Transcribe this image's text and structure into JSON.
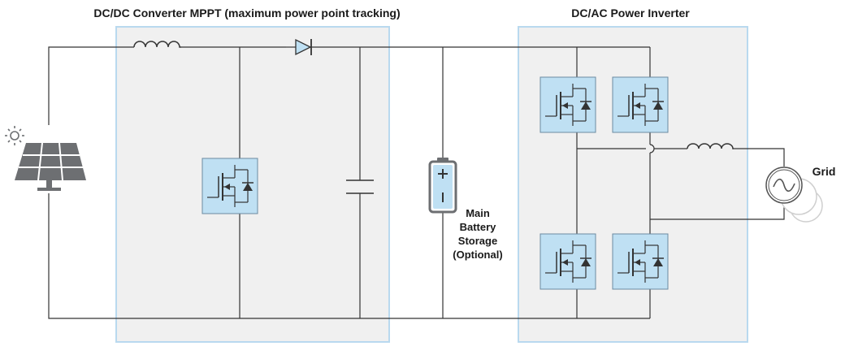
{
  "titles": {
    "converter": "DC/DC Converter MPPT (maximum power point tracking)",
    "inverter": "DC/AC Power Inverter"
  },
  "labels": {
    "battery": [
      "Main",
      "Battery",
      "Storage",
      "(Optional)"
    ],
    "grid": "Grid"
  },
  "colors": {
    "wire": "#333333",
    "panel_fill": "#f0f0f0",
    "panel_border": "#b9d9ef",
    "switch_fill": "#bfe0f3",
    "symbol_gray": "#6d6f72"
  },
  "icons": {
    "sun": "sun-icon",
    "solar_panel": "solar-panel-icon",
    "inductor": "inductor-icon",
    "diode": "diode-icon",
    "capacitor": "capacitor-icon",
    "battery": "battery-icon",
    "switch": "mosfet-switch-icon",
    "grid": "ac-grid-icon"
  }
}
